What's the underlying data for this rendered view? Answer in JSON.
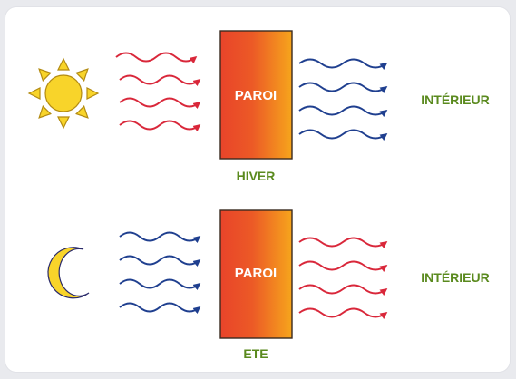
{
  "panels": [
    {
      "wall_label": "PAROI",
      "season_label": "HIVER",
      "interior_label": "INTÉRIEUR",
      "left_icon": "sun-icon",
      "incoming_wave_color": "#d9273a",
      "outgoing_wave_color": "#1f3f8f"
    },
    {
      "wall_label": "PAROI",
      "season_label": "ETE",
      "interior_label": "INTÉRIEUR",
      "left_icon": "moon-icon",
      "incoming_wave_color": "#1f3f8f",
      "outgoing_wave_color": "#d9273a"
    }
  ],
  "colors": {
    "wall_hot": "#e8442a",
    "wall_warm": "#f6a51c",
    "label_green": "#5a8a1e",
    "sun_moon_fill": "#f8d42a",
    "sun_outline": "#b38b12"
  }
}
